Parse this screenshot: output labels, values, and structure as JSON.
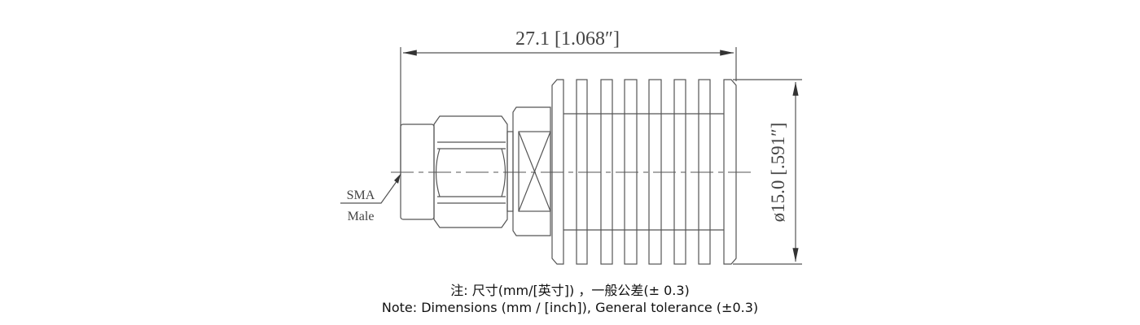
{
  "drawing": {
    "length_dimension": "27.1 [1.068″]",
    "diameter_dimension": "ø15.0 [.591″]",
    "connector_label_line1": "SMA",
    "connector_label_line2": "Male",
    "line_color": "#555555"
  },
  "notes": {
    "chinese": "注: 尺寸(mm/[英寸]) ，一般公差(± 0.3)",
    "english": "Note: Dimensions (mm / [inch]), General tolerance (±0.3)"
  }
}
